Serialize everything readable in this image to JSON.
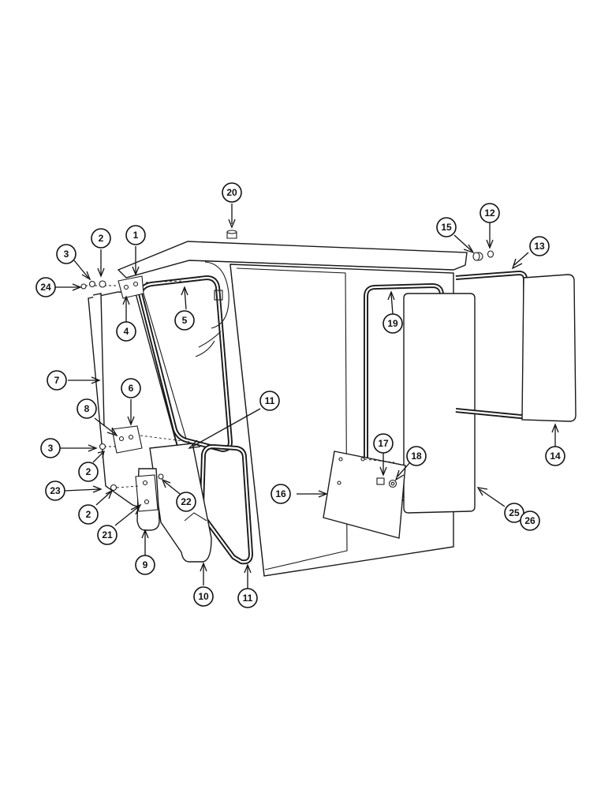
{
  "callouts": [
    {
      "id": "1",
      "label": "1"
    },
    {
      "id": "2a",
      "label": "2"
    },
    {
      "id": "2b",
      "label": "2"
    },
    {
      "id": "2c",
      "label": "2"
    },
    {
      "id": "3a",
      "label": "3"
    },
    {
      "id": "3b",
      "label": "3"
    },
    {
      "id": "4",
      "label": "4"
    },
    {
      "id": "5",
      "label": "5"
    },
    {
      "id": "6",
      "label": "6"
    },
    {
      "id": "7",
      "label": "7"
    },
    {
      "id": "8",
      "label": "8"
    },
    {
      "id": "9",
      "label": "9"
    },
    {
      "id": "10",
      "label": "10"
    },
    {
      "id": "11a",
      "label": "11"
    },
    {
      "id": "11b",
      "label": "11"
    },
    {
      "id": "12",
      "label": "12"
    },
    {
      "id": "13",
      "label": "13"
    },
    {
      "id": "14",
      "label": "14"
    },
    {
      "id": "15",
      "label": "15"
    },
    {
      "id": "16",
      "label": "16"
    },
    {
      "id": "17",
      "label": "17"
    },
    {
      "id": "18",
      "label": "18"
    },
    {
      "id": "19",
      "label": "19"
    },
    {
      "id": "20",
      "label": "20"
    },
    {
      "id": "21",
      "label": "21"
    },
    {
      "id": "22",
      "label": "22"
    },
    {
      "id": "23",
      "label": "23"
    },
    {
      "id": "24",
      "label": "24"
    },
    {
      "id": "25",
      "label": "25"
    },
    {
      "id": "26",
      "label": "26"
    }
  ]
}
